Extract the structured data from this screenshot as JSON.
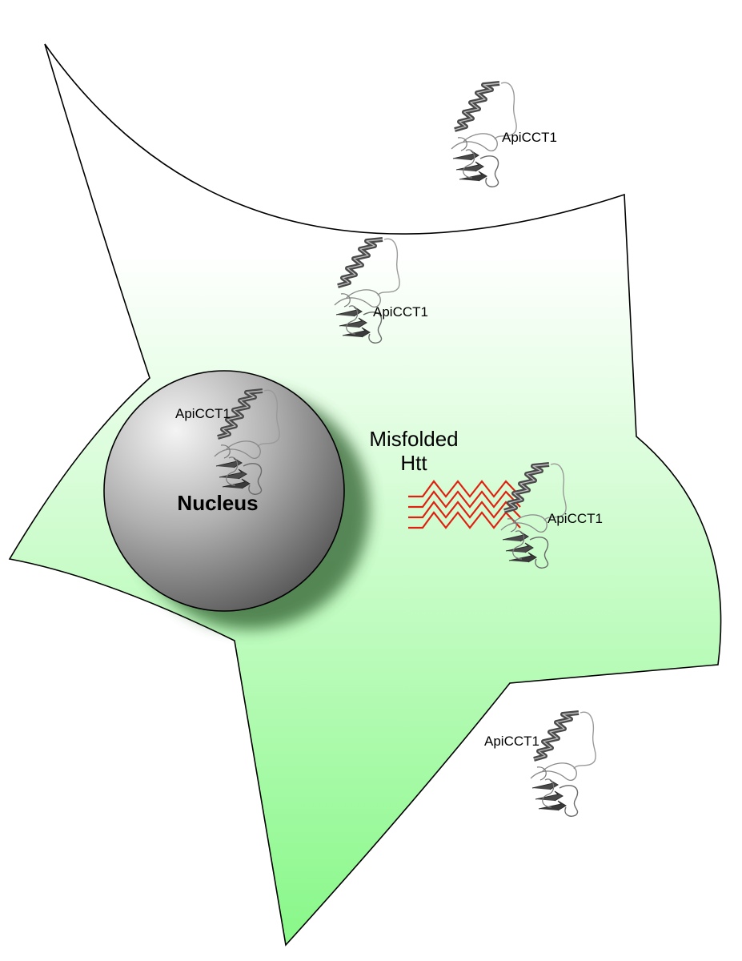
{
  "labels": {
    "nucleus": "Nucleus",
    "misfolded_line1": "Misfolded",
    "misfolded_line2": "Htt",
    "protein": "ApiCCT1"
  },
  "proteins": [
    {
      "id": "extracellular-top",
      "label": "ApiCCT1"
    },
    {
      "id": "membrane",
      "label": "ApiCCT1"
    },
    {
      "id": "nucleus",
      "label": "ApiCCT1"
    },
    {
      "id": "htt-bound",
      "label": "ApiCCT1"
    },
    {
      "id": "extracellular-bottom",
      "label": "ApiCCT1"
    }
  ],
  "colors": {
    "cell_top": "#ffffff",
    "cell_bottom": "#88f888",
    "cell_outline": "#000000",
    "nucleus_light": "#f4f4f4",
    "nucleus_dark": "#4a4a4a",
    "nucleus_shadow": "#2f5f2f",
    "htt_fibril": "#e02010",
    "protein_helix": "#4a4a4a",
    "protein_loop": "#9a9a9a"
  },
  "icons": {
    "protein": "apicct1-ribbon-icon",
    "fibril": "misfolded-htt-fibril-icon"
  }
}
